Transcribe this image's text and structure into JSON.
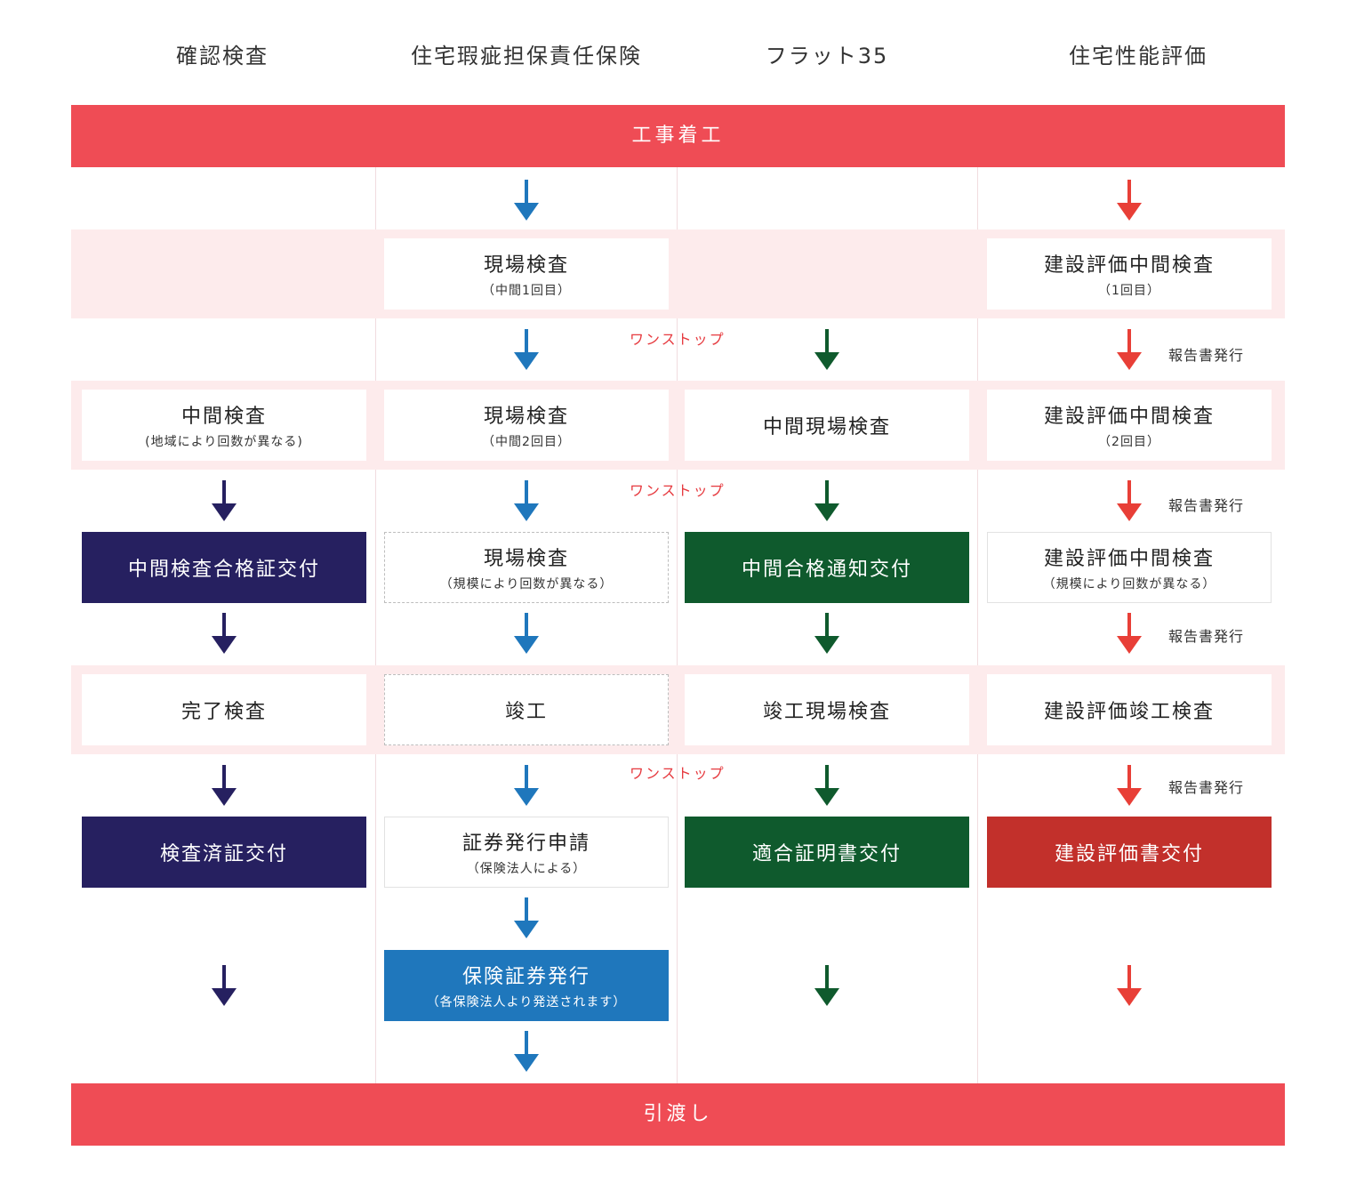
{
  "columns": [
    "確認検査",
    "住宅瑕疵担保責任保険",
    "フラット35",
    "住宅性能評価"
  ],
  "start_label": "工事着工",
  "end_label": "引渡し",
  "colors": {
    "bar": "#ef4c55",
    "band": "#fdebec",
    "navy": "#262060",
    "blue": "#1f77bc",
    "green": "#0f5a2d",
    "red": "#e83f37",
    "report_red": "#c2302b"
  },
  "kakunin": {
    "mid_check": {
      "main": "中間検査",
      "sub": "(地域により回数が異なる)"
    },
    "mid_cert": {
      "main": "中間検査合格証交付"
    },
    "final_check": {
      "main": "完了検査"
    },
    "final_cert": {
      "main": "検査済証交付"
    }
  },
  "hoken": {
    "site1": {
      "main": "現場検査",
      "sub": "（中間1回目）"
    },
    "site2": {
      "main": "現場検査",
      "sub": "（中間2回目）"
    },
    "site3": {
      "main": "現場検査",
      "sub": "（規模により回数が異なる）"
    },
    "done": {
      "main": "竣工"
    },
    "apply": {
      "main": "証券発行申請",
      "sub": "（保険法人による）"
    },
    "issue": {
      "main": "保険証券発行",
      "sub": "（各保険法人より発送されます）"
    }
  },
  "flat35": {
    "mid_site": {
      "main": "中間現場検査"
    },
    "mid_notice": {
      "main": "中間合格通知交付"
    },
    "final_site": {
      "main": "竣工現場検査"
    },
    "cert": {
      "main": "適合証明書交付"
    }
  },
  "seino": {
    "eval1": {
      "main": "建設評価中間検査",
      "sub": "（1回目）"
    },
    "eval2": {
      "main": "建設評価中間検査",
      "sub": "（2回目）"
    },
    "eval3": {
      "main": "建設評価中間検査",
      "sub": "（規模により回数が異なる）"
    },
    "final": {
      "main": "建設評価竣工検査"
    },
    "issue": {
      "main": "建設評価書交付"
    }
  },
  "onestop_label": "ワンストップ",
  "report_label": "報告書発行"
}
